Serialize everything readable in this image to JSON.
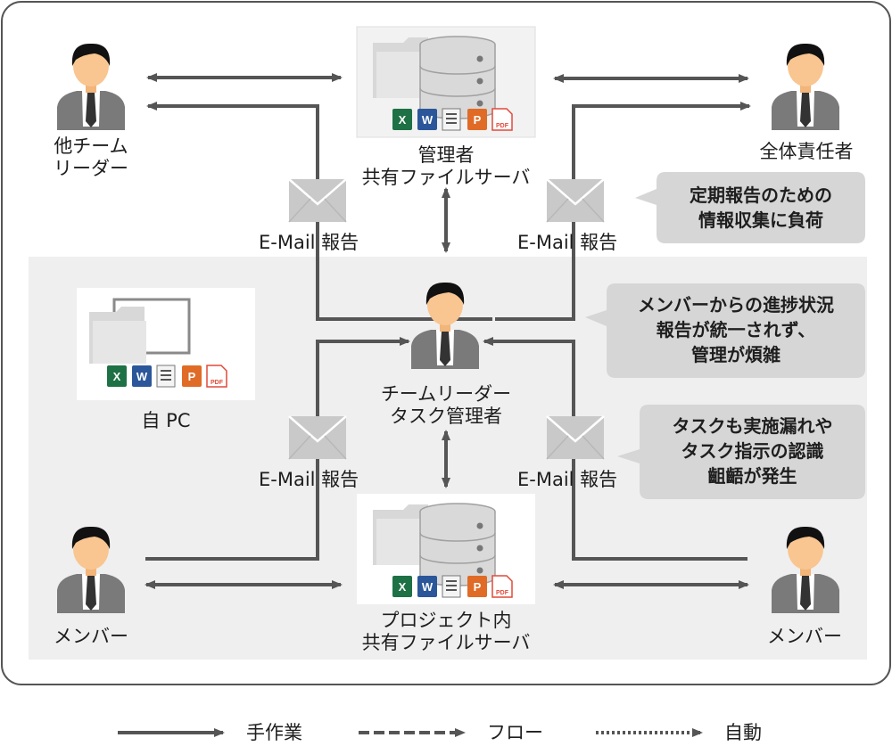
{
  "nodes": {
    "other_leader": [
      "他チーム",
      "リーダー"
    ],
    "admin_server": [
      "管理者",
      "共有ファイルサーバ"
    ],
    "overall_manager": [
      "全体責任者"
    ],
    "team_leader": [
      "チームリーダー",
      "タスク管理者"
    ],
    "own_pc": [
      "自 PC"
    ],
    "project_server": [
      "プロジェクト内",
      "共有ファイルサーバ"
    ],
    "member_left": [
      "メンバー"
    ],
    "member_right": [
      "メンバー"
    ]
  },
  "email_label": "E-Mail 報告",
  "callouts": {
    "reporting_load": [
      "定期報告のための",
      "情報収集に負荷"
    ],
    "progress_reports": [
      "メンバーからの進捗状況",
      "報告が統一されず、",
      "管理が煩雑"
    ],
    "task_gaps": [
      "タスクも実施漏れや",
      "タスク指示の認識",
      "齟齬が発生"
    ]
  },
  "legend": {
    "manual": "手作業",
    "flow": "フロー",
    "auto": "自動"
  },
  "file_badges": [
    "X",
    "W",
    "P",
    "PDF"
  ],
  "icons": [
    "person-icon",
    "server-icon",
    "folder-icon",
    "monitor-icon",
    "envelope-icon",
    "excel-icon",
    "word-icon",
    "document-icon",
    "powerpoint-icon",
    "pdf-icon"
  ],
  "colors": {
    "arrow": "#555555",
    "panel": "#efefef",
    "callout": "#d6d6d6",
    "excel": "#1e7145",
    "word": "#2b579a",
    "powerpoint": "#e06b26",
    "pdf": "#e04a3a",
    "skin": "#f9c590",
    "suit": "#7a7a7a",
    "envelope": "#c9c9c9"
  }
}
